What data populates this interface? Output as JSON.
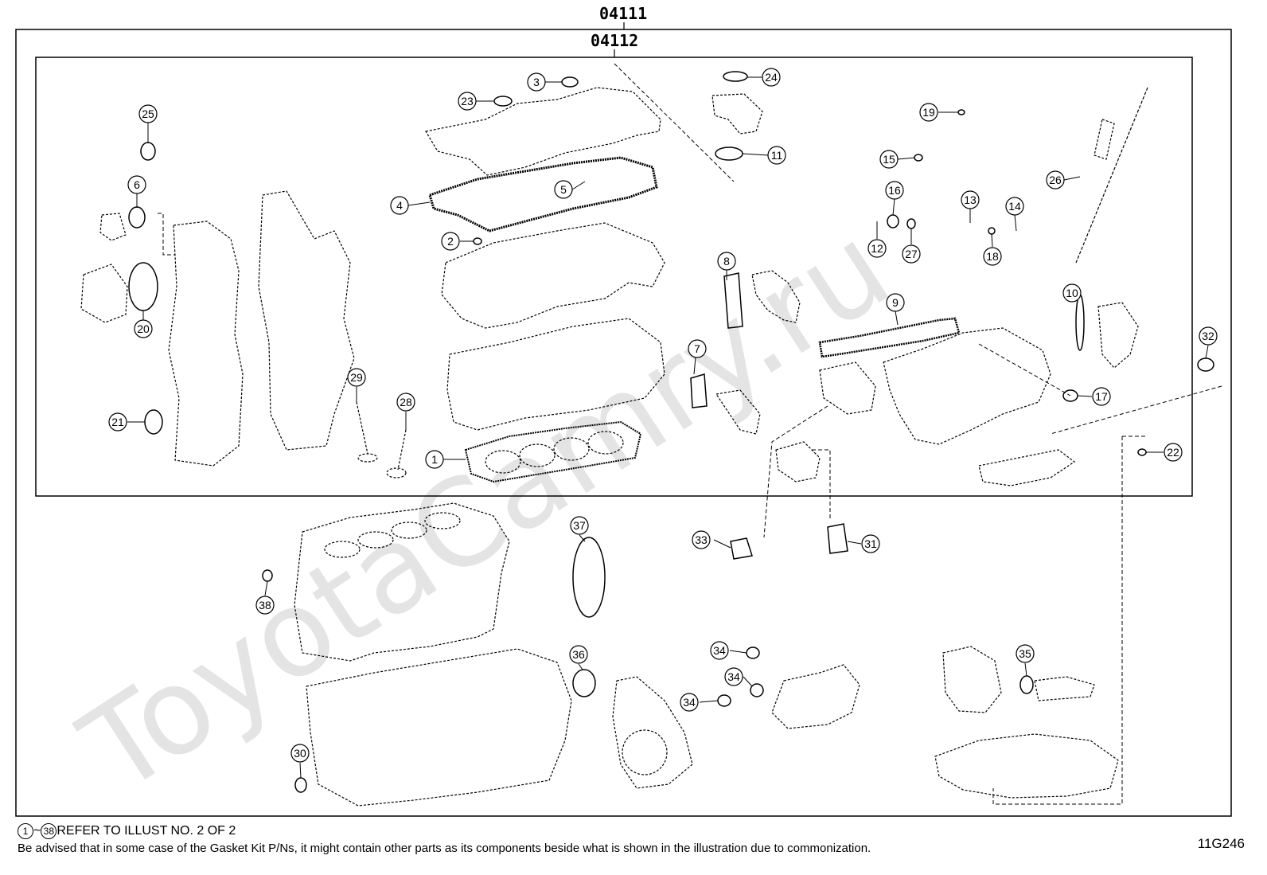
{
  "header": {
    "outer_kit_code": "04111",
    "inner_kit_code": "04112"
  },
  "watermark": "ToyotaCamry.ru",
  "callouts": [
    "1",
    "2",
    "3",
    "4",
    "5",
    "6",
    "7",
    "8",
    "9",
    "10",
    "11",
    "12",
    "13",
    "14",
    "15",
    "16",
    "17",
    "18",
    "19",
    "20",
    "21",
    "22",
    "23",
    "24",
    "25",
    "26",
    "27",
    "28",
    "29",
    "30",
    "31",
    "32",
    "33",
    "34",
    "35",
    "36",
    "37",
    "38"
  ],
  "footer": {
    "range_start": "1",
    "range_sep": "~",
    "range_end": "38",
    "note_refer": "REFER TO ILLUST NO. 2 OF 2",
    "note_commonization": "Be advised that in some case of the Gasket Kit P/Ns,  it might contain other parts as its components beside what is shown in the illustration due to commonization.",
    "illustration_code": "11G246"
  }
}
